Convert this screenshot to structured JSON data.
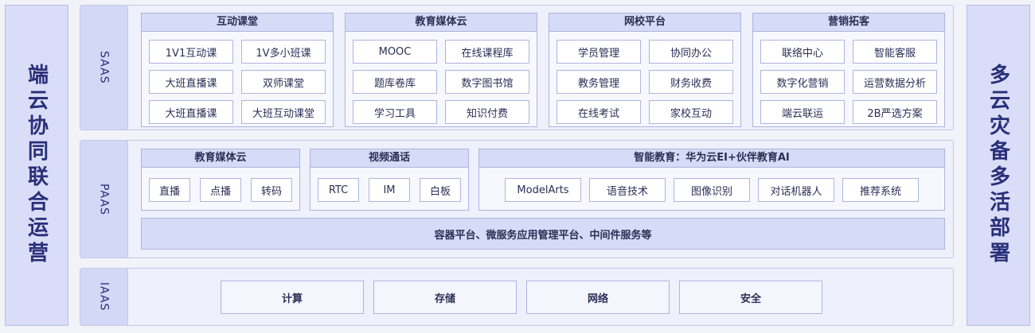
{
  "left_sidebar": {
    "label": "端云协同联合运营"
  },
  "right_sidebar": {
    "label": "多云灾备多活部署"
  },
  "saas": {
    "label": "SAAS",
    "groups": [
      {
        "title": "互动课堂",
        "items": [
          "1V1互动课",
          "1V多小班课",
          "大班直播课",
          "双师课堂",
          "大班直播课",
          "大班互动课堂"
        ]
      },
      {
        "title": "教育媒体云",
        "items": [
          "MOOC",
          "在线课程库",
          "题库卷库",
          "数字图书馆",
          "学习工具",
          "知识付费"
        ]
      },
      {
        "title": "网校平台",
        "items": [
          "学员管理",
          "协同办公",
          "教务管理",
          "财务收费",
          "在线考试",
          "家校互动"
        ]
      },
      {
        "title": "营销拓客",
        "items": [
          "联络中心",
          "智能客服",
          "数字化营销",
          "运营数据分析",
          "端云联运",
          "2B严选方案"
        ]
      }
    ]
  },
  "paas": {
    "label": "PAAS",
    "groups": [
      {
        "title": "教育媒体云",
        "items": [
          "直播",
          "点播",
          "转码"
        ]
      },
      {
        "title": "视频通话",
        "items": [
          "RTC",
          "IM",
          "白板"
        ]
      },
      {
        "title": "智能教育：华为云EI+伙伴教育AI",
        "items": [
          "ModelArts",
          "语音技术",
          "图像识别",
          "对话机器人",
          "推荐系统"
        ]
      }
    ],
    "bottom_bar": "容器平台、微服务应用管理平台、中间件服务等"
  },
  "iaas": {
    "label": "IAAS",
    "items": [
      "计算",
      "存储",
      "网络",
      "安全"
    ]
  }
}
